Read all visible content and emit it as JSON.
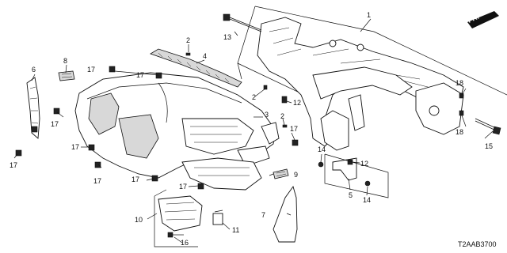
{
  "diagram": {
    "direction_badge": "FR.",
    "part_code": "T2AAB3700",
    "callouts": [
      "1",
      "2",
      "2",
      "2",
      "3",
      "4",
      "5",
      "6",
      "7",
      "8",
      "9",
      "10",
      "11",
      "12",
      "12",
      "13",
      "14",
      "14",
      "15",
      "16",
      "17",
      "17",
      "17",
      "17",
      "17",
      "17",
      "17",
      "17",
      "17",
      "17",
      "18",
      "18"
    ]
  }
}
